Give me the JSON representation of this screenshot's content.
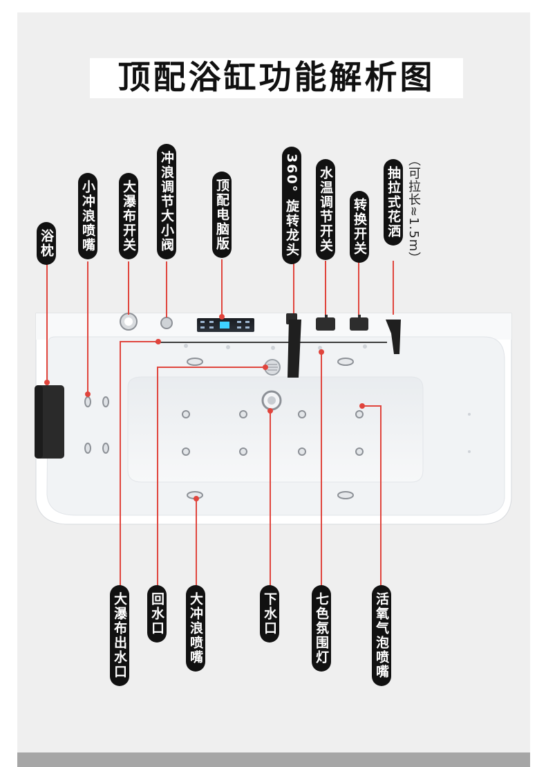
{
  "title": "顶配浴缸功能解析图",
  "labels": {
    "pillow": "浴枕",
    "small_jet": "小冲浪喷嘴",
    "waterfall_switch": "大瀑布开关",
    "surf_valve": "冲浪调节大小阀",
    "control_panel": "顶配电脑版",
    "faucet": "360° 旋转龙头",
    "temp_switch": "水温调节开关",
    "diverter_switch": "转换开关",
    "shower": "抽拉式花洒",
    "shower_note": "（可拉长≈1.5m）",
    "waterfall_outlet": "大瀑布出水口",
    "return_port": "回水口",
    "large_jet": "大冲浪喷嘴",
    "drain": "下水口",
    "ambient_light": "七色氛围灯",
    "air_bubble_jet": "活氧气泡喷嘴"
  },
  "colors": {
    "leader_line": "#e0443c",
    "label_bg": "#111111",
    "label_text": "#ffffff",
    "panel_bg": "#efefef"
  }
}
